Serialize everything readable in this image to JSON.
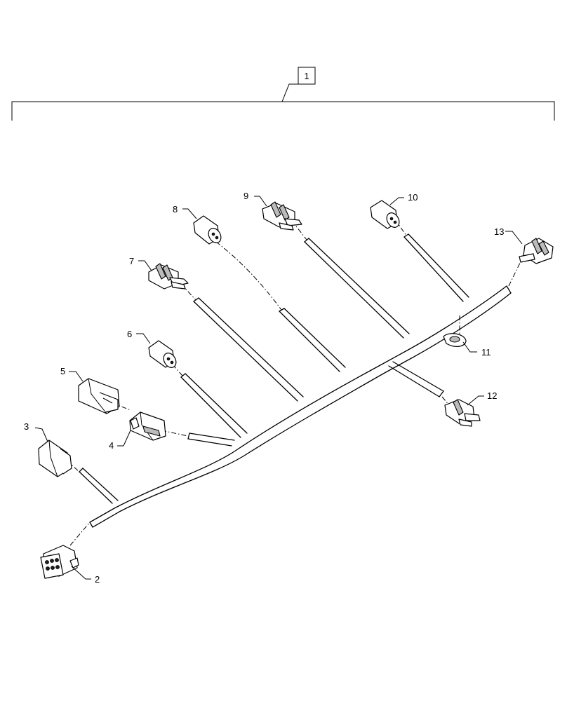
{
  "assembly": {
    "ref": "1"
  },
  "callouts": [
    "2",
    "3",
    "4",
    "5",
    "6",
    "7",
    "8",
    "9",
    "10",
    "11",
    "12",
    "13"
  ],
  "colors": {
    "line": "#000000",
    "background": "#ffffff",
    "shade": "#bbbbbb"
  }
}
